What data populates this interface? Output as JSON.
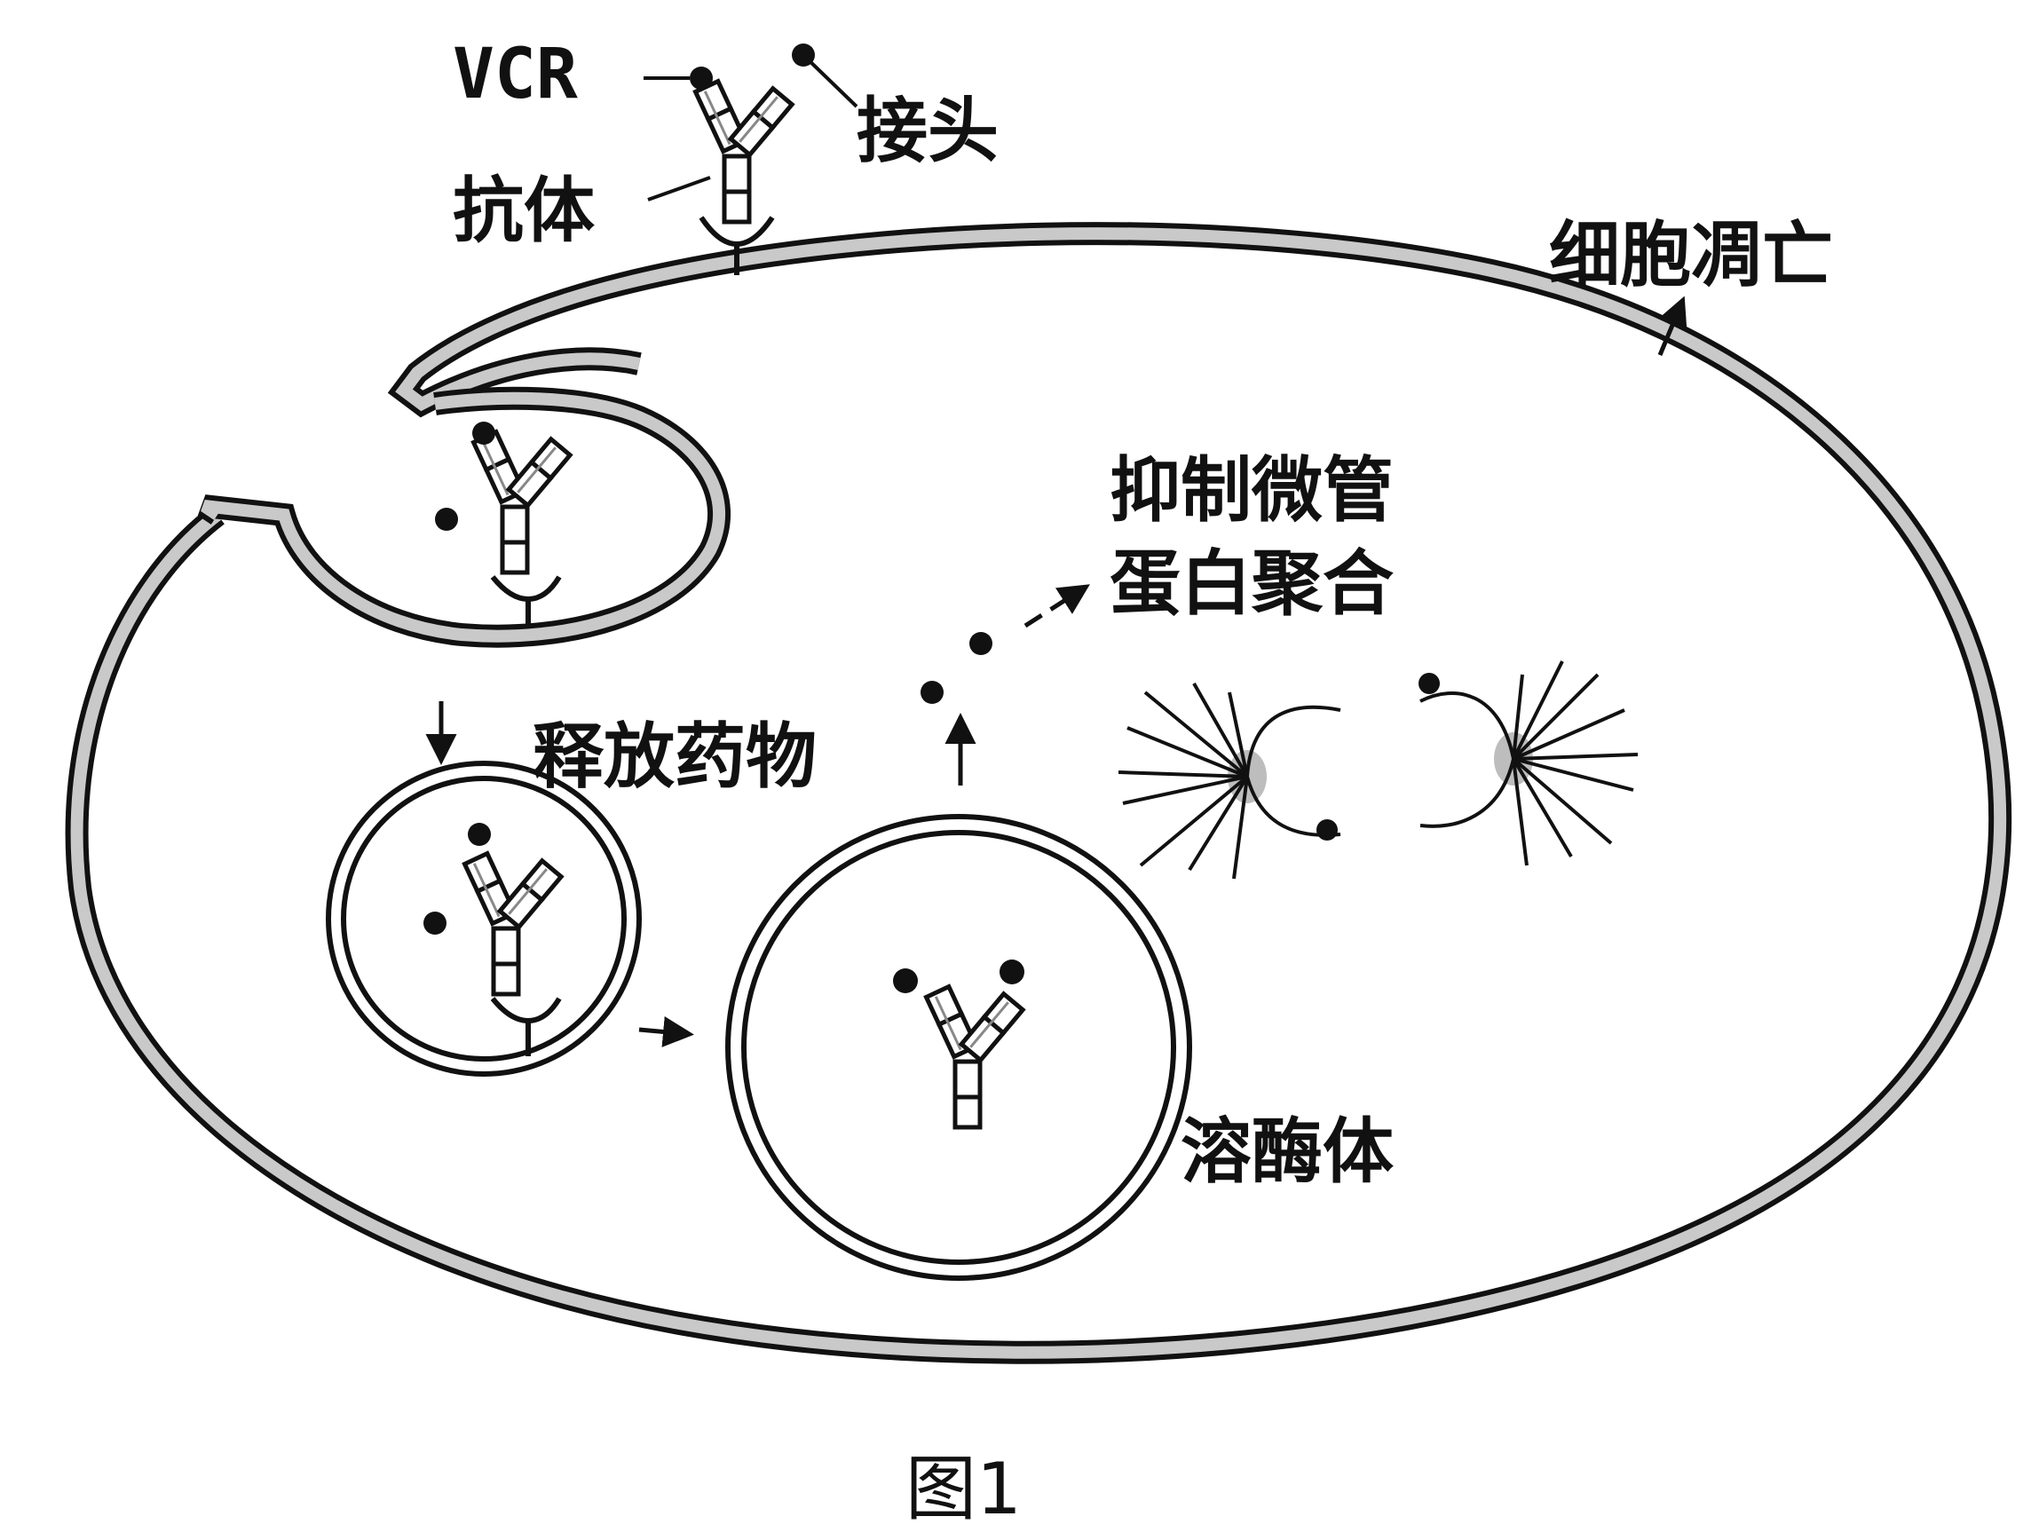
{
  "figure": {
    "caption": "图1",
    "labels": {
      "vcr": "VCR",
      "linker": "接头",
      "antibody": "抗体",
      "apoptosis": "细胞凋亡",
      "inhibit_line1": "抑制微管",
      "inhibit_line2": "蛋白聚合",
      "release_drug": "释放药物",
      "lysosome": "溶酶体"
    },
    "colors": {
      "outline": "#111111",
      "membrane_fill": "#c9c9c9",
      "background": "#ffffff"
    }
  }
}
